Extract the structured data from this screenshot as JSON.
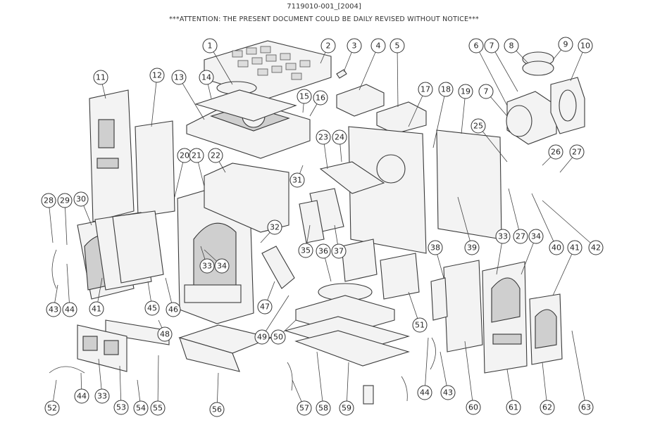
{
  "header": {
    "doc_id": "7119010-001_[2004]",
    "notice": "***ATTENTION: THE PRESENT DOCUMENT COULD BE DAILY REVISED WITHOUT NOTICE***"
  },
  "callouts": [
    "1",
    "2",
    "3",
    "4",
    "5",
    "6",
    "7",
    "8",
    "9",
    "10",
    "11",
    "12",
    "13",
    "14",
    "15",
    "16",
    "17",
    "18",
    "19",
    "7",
    "25",
    "26",
    "27",
    "20",
    "21",
    "22",
    "23",
    "24",
    "31",
    "28",
    "29",
    "30",
    "32",
    "33",
    "34",
    "35",
    "36",
    "37",
    "38",
    "39",
    "33",
    "27",
    "34",
    "40",
    "41",
    "42",
    "43",
    "44",
    "41",
    "45",
    "46",
    "47",
    "48",
    "49",
    "50",
    "51",
    "52",
    "44",
    "33",
    "53",
    "54",
    "55",
    "56",
    "57",
    "58",
    "59",
    "60",
    "61",
    "62",
    "63",
    "44",
    "43"
  ]
}
